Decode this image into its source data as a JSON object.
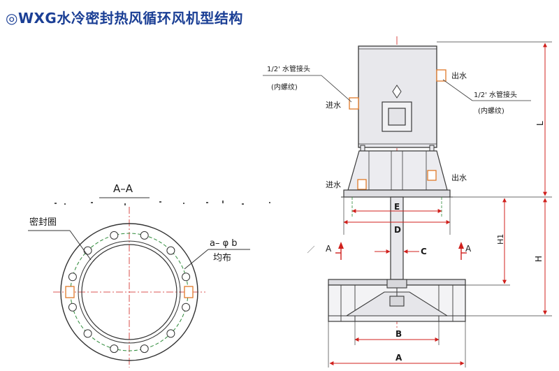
{
  "title": "◎WXG水冷密封热风循环风机型结构",
  "section_view": {
    "label": "A–A",
    "seal_label": "密封圈",
    "holes_label": "a– φ b",
    "holes_note": "均布"
  },
  "front_view": {
    "top_fitting_label": "1/2' 水管接头",
    "top_fitting_note": "(内螺纹)",
    "right_fitting_label": "1/2' 水管接头",
    "right_fitting_note": "(内螺纹)",
    "outlet_upper": "出水",
    "inlet_upper": "进水",
    "outlet_lower": "出水",
    "inlet_lower": "进水",
    "section_mark_left": "A",
    "section_mark_right": "A"
  },
  "dimensions": {
    "L": "L",
    "E": "E",
    "D": "D",
    "C": "C",
    "H1": "H1",
    "H": "H",
    "B": "B",
    "A": "A"
  },
  "colors": {
    "title": "#1b3f95",
    "line": "#3a3a3a",
    "dim_red": "#d0201c",
    "hidden_green": "#2e8b3a",
    "body_fill": "#e8e8ec"
  }
}
